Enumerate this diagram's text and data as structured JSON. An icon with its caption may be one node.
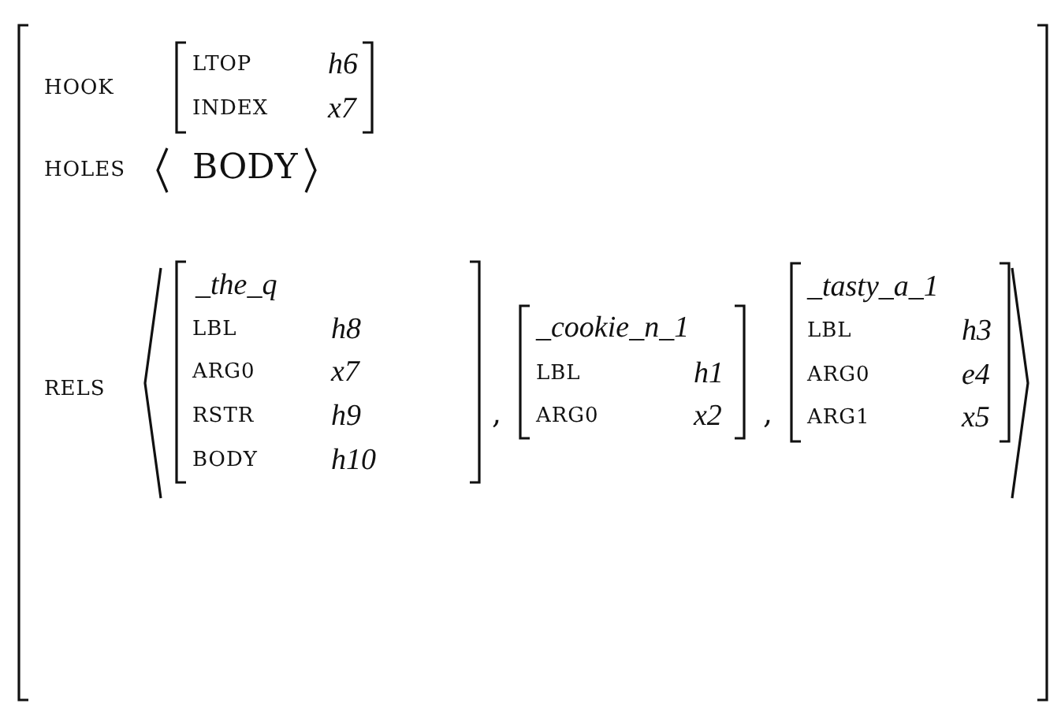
{
  "diagram": {
    "labels": [
      "HOOK",
      "LTOP",
      "h6",
      "INDEX",
      "x7",
      "HOLES",
      "BODY",
      "RELS",
      "_the_q",
      "LBL",
      "h8",
      "ARG0",
      "x7",
      "RSTR",
      "h9",
      "BODY",
      "h10",
      ",",
      "_cookie_n_1",
      "LBL",
      "h1",
      "ARG0",
      "x2",
      ",",
      "_tasty_a_1",
      "LBL",
      "h3",
      "ARG0",
      "e4",
      "ARG1",
      "x5"
    ]
  }
}
